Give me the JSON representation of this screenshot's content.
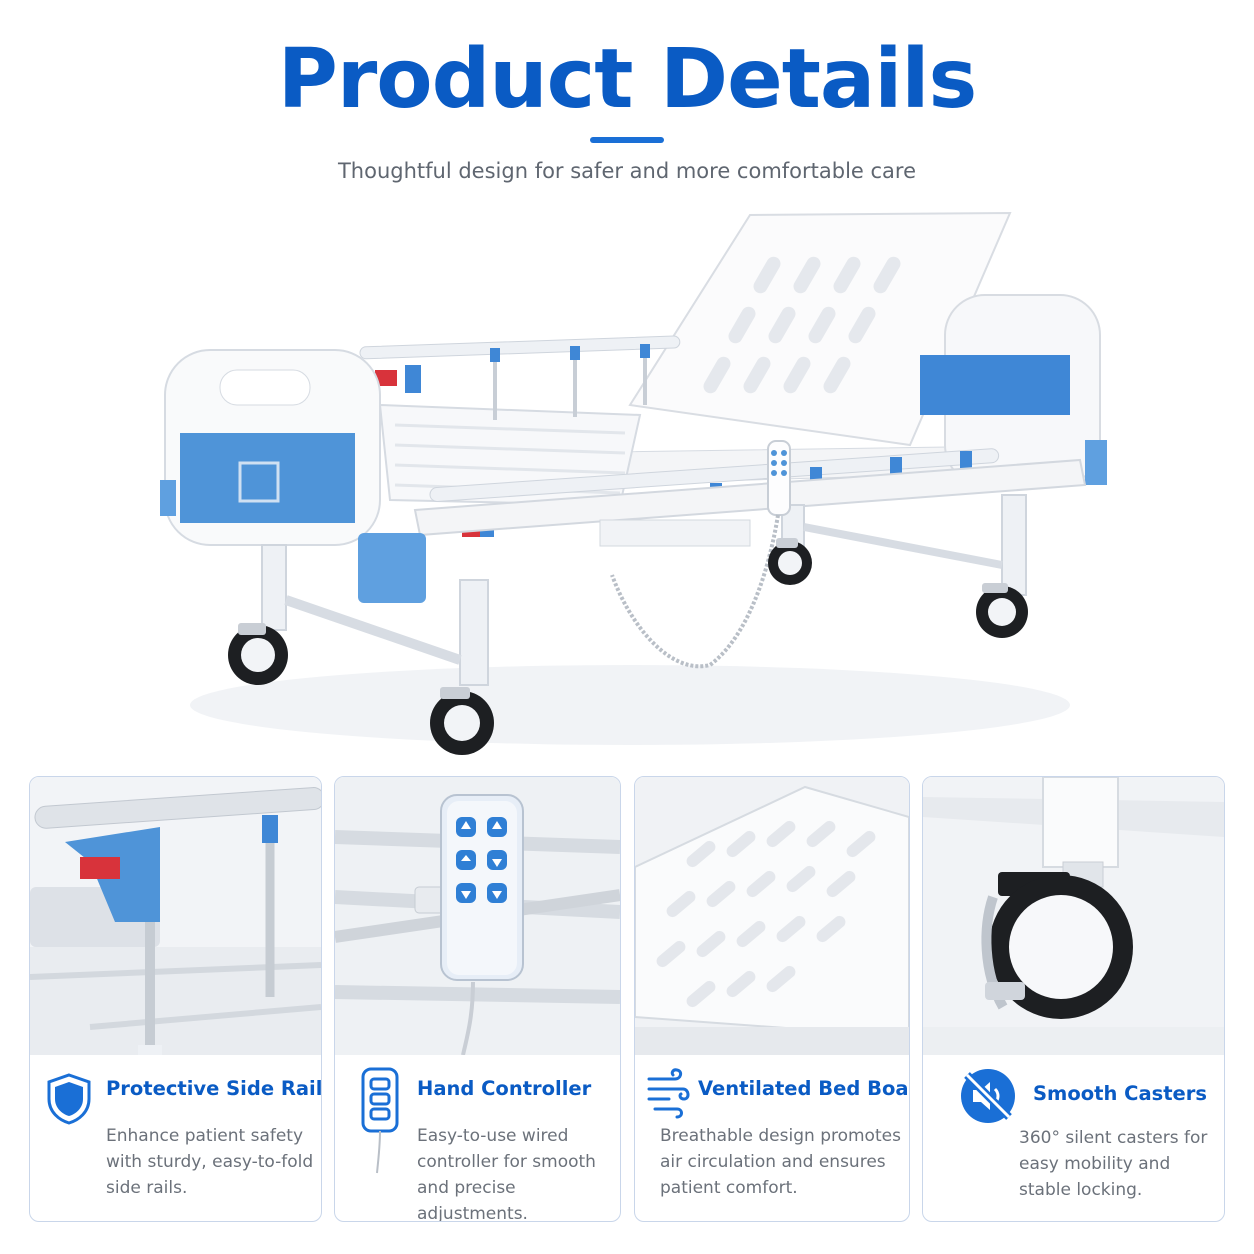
{
  "header": {
    "title": "Product Details",
    "subtitle": "Thoughtful design for safer and more comfortable care"
  },
  "colors": {
    "brand_blue": "#0a5bc4",
    "panel_blue": "#4f94d8",
    "card_border": "#c9d6ea"
  },
  "features": [
    {
      "icon": "shield-icon",
      "title": "Protective Side Rails",
      "desc_lines": [
        "Enhance patient safety",
        "with sturdy, easy-to-fold",
        "side rails."
      ]
    },
    {
      "icon": "remote-control-icon",
      "title": "Hand Controller",
      "desc_lines": [
        "Easy-to-use wired",
        "controller for smooth",
        "and precise adjustments."
      ]
    },
    {
      "icon": "airflow-icon",
      "title": "Ventilated Bed Board",
      "desc_lines": [
        "Breathable design promotes",
        "air circulation and ensures",
        "patient comfort."
      ]
    },
    {
      "icon": "mute-speaker-icon",
      "title": "Smooth Casters",
      "desc_lines": [
        "360° silent casters for",
        "easy mobility and",
        "stable locking."
      ]
    }
  ]
}
